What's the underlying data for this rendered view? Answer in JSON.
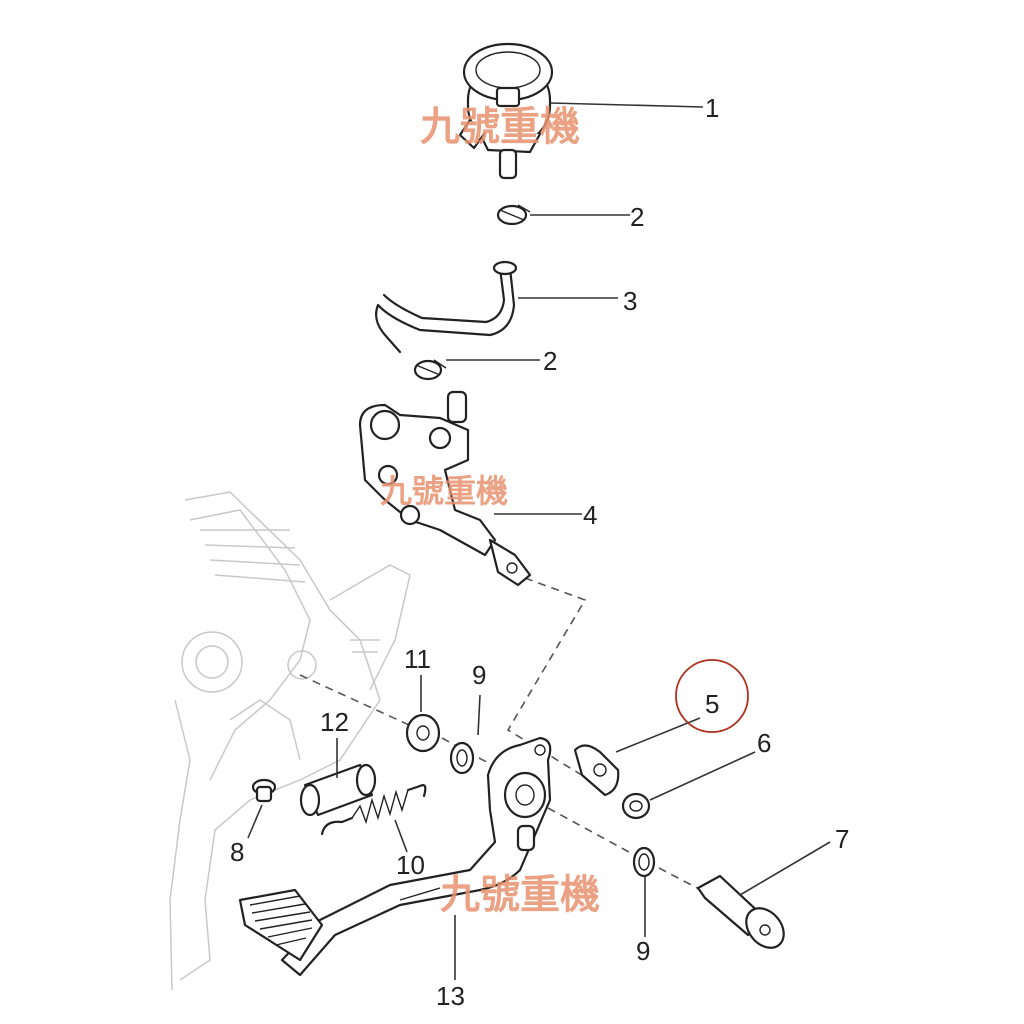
{
  "watermark": "九號重機",
  "callouts": {
    "p1": "1",
    "p2a": "2",
    "p3": "3",
    "p2b": "2",
    "p4": "4",
    "p5": "5",
    "p6": "6",
    "p7": "7",
    "p8": "8",
    "p9a": "9",
    "p9b": "9",
    "p10": "10",
    "p11": "11",
    "p12": "12",
    "p13": "13"
  },
  "highlight_color": "#b03020"
}
